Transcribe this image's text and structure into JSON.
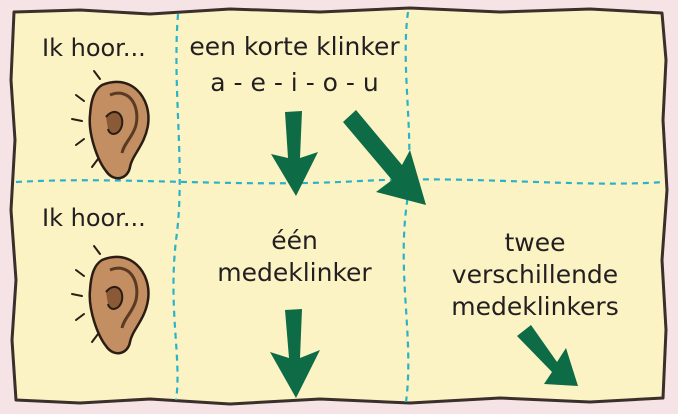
{
  "rows": [
    {
      "label": "Ik hoor...",
      "middle": "een korte klinker",
      "middle_sub": "a - e - i - o - u"
    },
    {
      "label": "Ik hoor...",
      "middle_line1": "één",
      "middle_line2": "medeklinker",
      "right_line1": "twee",
      "right_line2": "verschillende",
      "right_line3": "medeklinkers"
    }
  ],
  "colors": {
    "paper": "#fbf3c4",
    "border": "#3a2f2a",
    "divider": "#2ab3c8",
    "arrow": "#0d6b45",
    "background": "#f6e3e6"
  },
  "icons": [
    "ear-icon",
    "arrow-down-icon",
    "arrow-diagonal-icon"
  ]
}
